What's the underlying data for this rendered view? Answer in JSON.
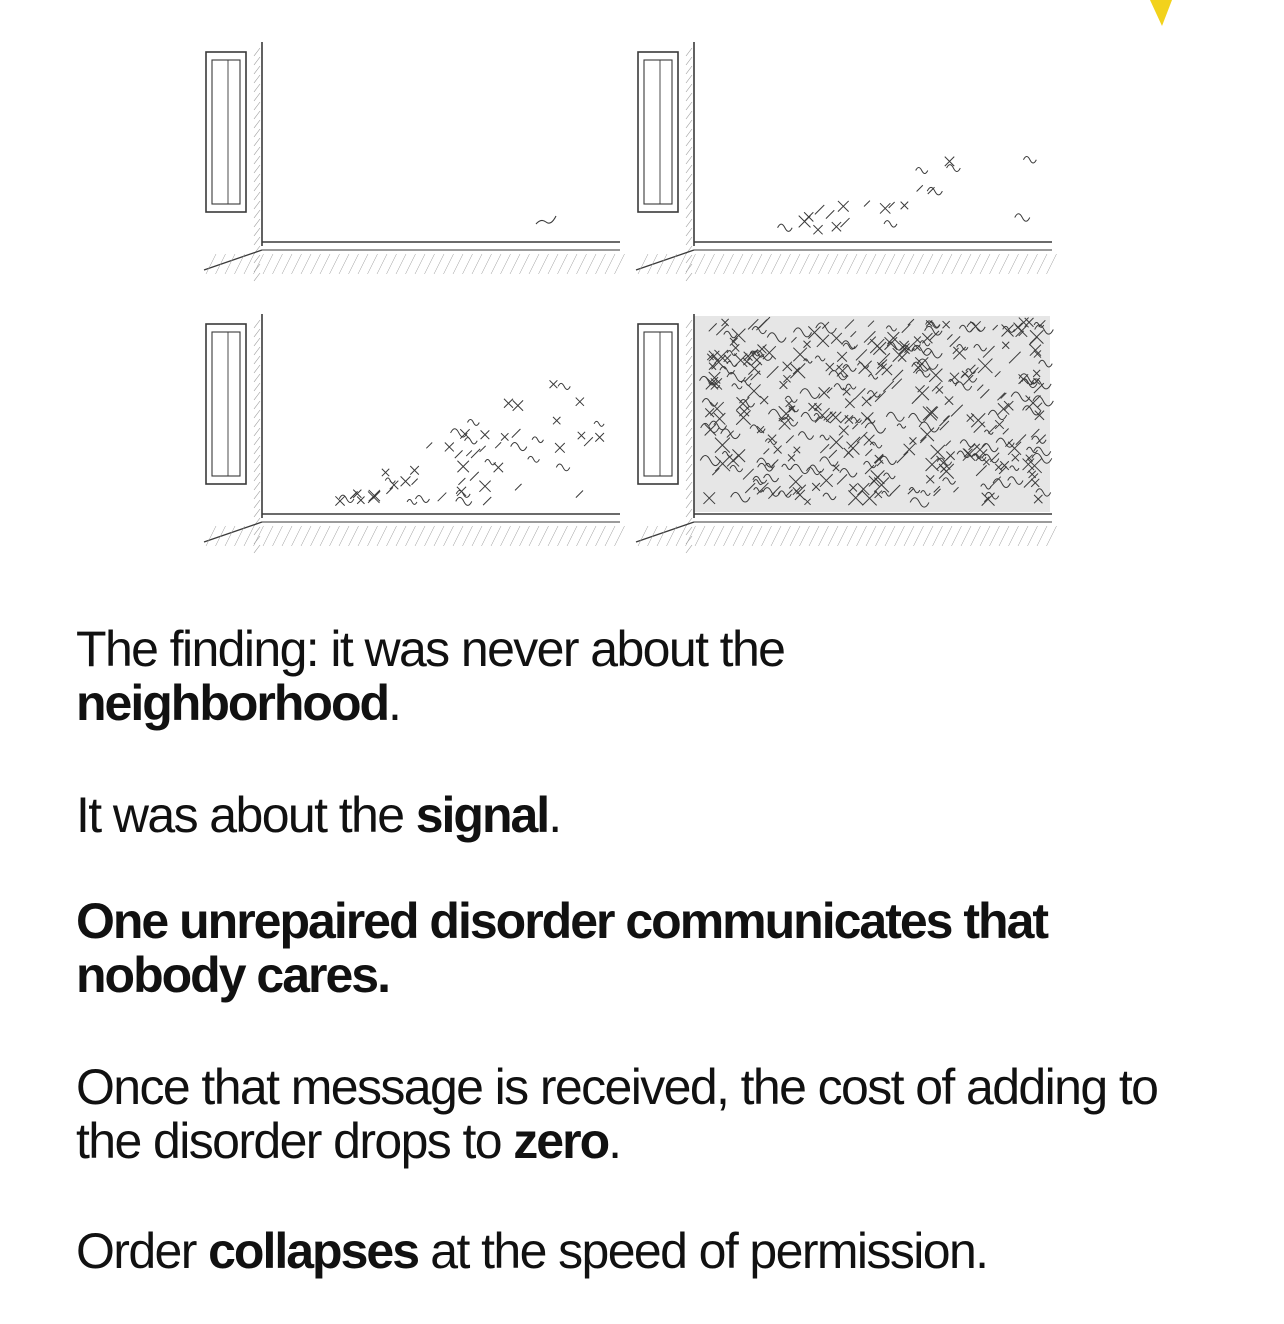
{
  "illustration": {
    "panels": [
      {
        "name": "panel-single-mark",
        "mark_count": 1
      },
      {
        "name": "panel-few-marks",
        "mark_count": 22
      },
      {
        "name": "panel-many-marks",
        "mark_count": 60
      },
      {
        "name": "panel-covered-wall",
        "mark_count": 400
      }
    ],
    "colors": {
      "line": "#3a3a3a",
      "hatch": "#9a9a9a",
      "accent": "#f2d21c"
    }
  },
  "text": {
    "finding": {
      "lead": "The finding: it was never about the",
      "emph": "neighborhood",
      "tail": "."
    },
    "signal": {
      "lead": "It was about the ",
      "emph": "signal",
      "tail": "."
    },
    "disorder": {
      "line": "One unrepaired disorder communicates that nobody cares."
    },
    "message": {
      "lead": "Once that message is received, the cost of adding to the disorder drops to ",
      "emph": "zero",
      "tail": "."
    },
    "collapse": {
      "lead": "Order ",
      "emph": "collapses",
      "tail": " at the speed of permission."
    }
  }
}
